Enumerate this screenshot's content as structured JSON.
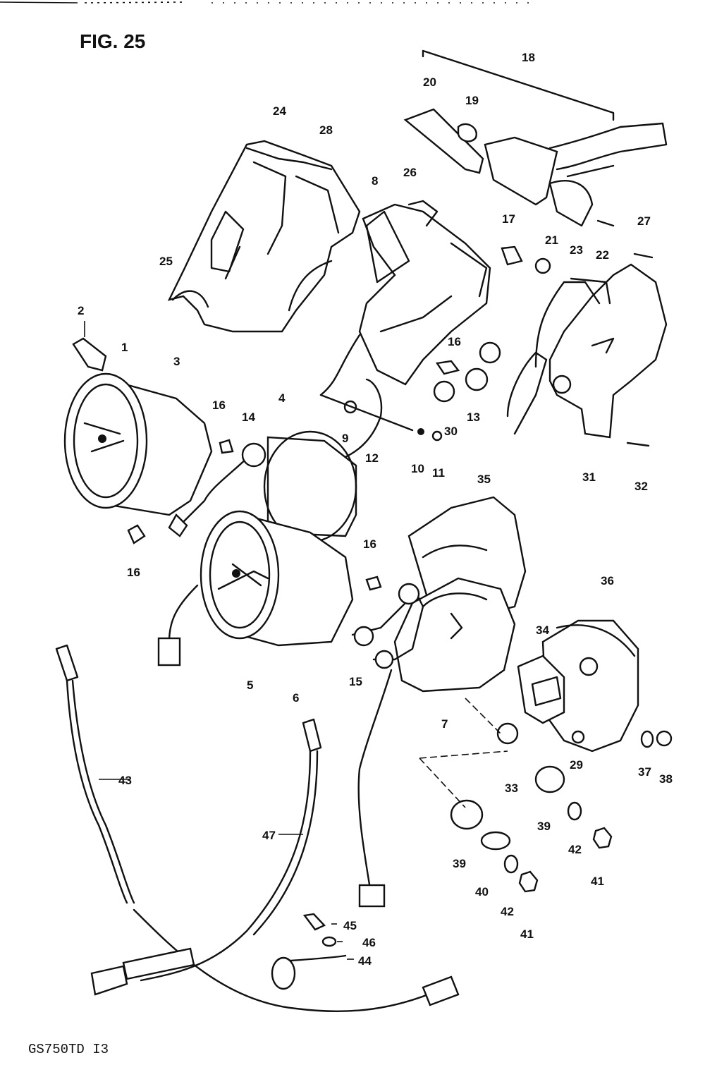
{
  "figure_title": "FIG. 25",
  "footer_code": "GS750TD I3",
  "callouts": [
    "1",
    "2",
    "3",
    "4",
    "5",
    "6",
    "7",
    "8",
    "9",
    "10",
    "11",
    "12",
    "13",
    "14",
    "15",
    "16",
    "16",
    "16",
    "16",
    "17",
    "18",
    "19",
    "20",
    "21",
    "22",
    "23",
    "24",
    "25",
    "26",
    "27",
    "28",
    "29",
    "30",
    "31",
    "32",
    "33",
    "34",
    "35",
    "36",
    "37",
    "38",
    "39",
    "39",
    "40",
    "41",
    "41",
    "42",
    "42",
    "43",
    "44",
    "45",
    "46",
    "47"
  ]
}
